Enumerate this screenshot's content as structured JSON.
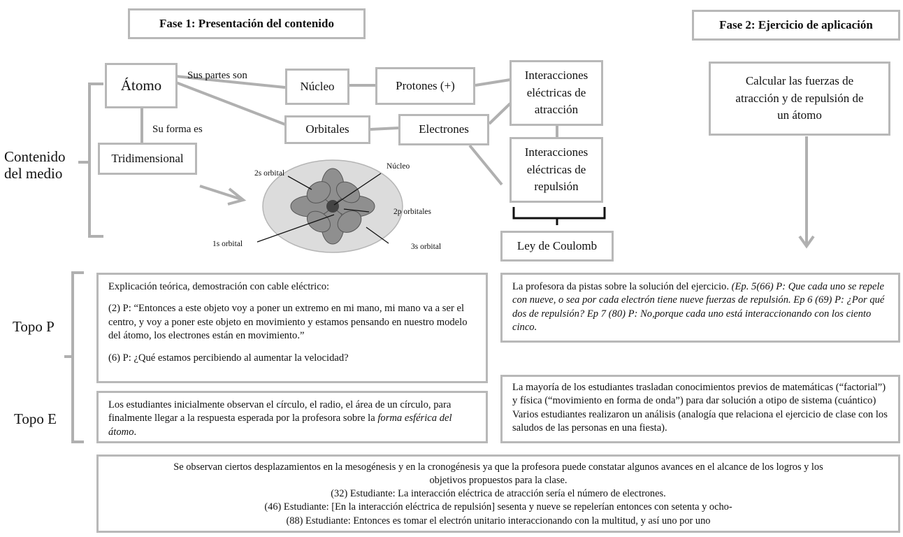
{
  "phases": {
    "phase1": "Fase 1: Presentación del contenido",
    "phase2": "Fase 2: Ejercicio de aplicación"
  },
  "concept_map": {
    "atomo": "Átomo",
    "sus_partes": "Sus partes son",
    "nucleo": "Núcleo",
    "protones": "Protones (+)",
    "orbitales": "Orbitales",
    "electrones": "Electrones",
    "su_forma": "Su forma es",
    "tridimensional": "Tridimensional",
    "atraccion": [
      "Interacciones",
      "eléctricas de",
      "atracción"
    ],
    "repulsion": [
      "Interacciones",
      "eléctricas de",
      "repulsión"
    ],
    "coulomb": "Ley de Coulomb",
    "calcular": [
      "Calcular las fuerzas de",
      "atracción y de repulsión de",
      "un átomo"
    ]
  },
  "atom_labels": {
    "s2": "2s orbital",
    "nucleo": "Núcleo",
    "p2": "2p orbitales",
    "s1": "1s orbital",
    "s3": "3s orbital"
  },
  "side_labels": {
    "contenido": [
      "Contenido",
      "del medio"
    ],
    "topo_p": "Topo P",
    "topo_e": "Topo E"
  },
  "panels": {
    "explicacion_title": "Explicación teórica, demostración con cable eléctrico:",
    "explicacion_quote": "(2) P: “Entonces a este objeto voy a poner un extremo en mi mano, mi mano va a ser el centro, y voy a poner este objeto en movimiento y estamos pensando en nuestro modelo del átomo, los electrones están en movimiento.”",
    "explicacion_q6": "(6) P: ¿Qué estamos percibiendo al aumentar la velocidad?",
    "estudiantes_plain": "Los estudiantes inicialmente observan el círculo, el radio, el área de un círculo, para finalmente llegar a la respuesta esperada por la profesora sobre la ",
    "estudiantes_italic": "forma esférica del átomo",
    "estudiantes_end": ".",
    "profesora_plain": "La profesora da pistas sobre la solución del ejercicio. ",
    "profesora_italic": "(Ep. 5(66) P: Que cada uno se repele con nueve, o sea por cada electrón tiene nueve fuerzas de repulsión. Ep 6 (69) P: ¿Por qué dos de repulsión? Ep 7 (80) P: No,porque cada uno está interaccionando con los ciento cinco.",
    "mayoria": "La mayoría de los estudiantes trasladan conocimientos previos de matemáticas (“factorial”) y física (“movimiento en forma de onda”) para dar solución a otipo de sistema (cuántico)",
    "varios": "Varios estudiantes realizaron un análisis (analogía que relaciona el ejercicio de clase con los saludos de las personas en una fiesta).",
    "bottom": [
      "Se observan ciertos desplazamientos en la mesogénesis y en la cronogénesis ya que la profesora puede constatar algunos avances en el alcance de los logros y los",
      "objetivos propuestos para la clase.",
      "(32) Estudiante: La interacción eléctrica de atracción sería el número de electrones.",
      "(46) Estudiante: [En la interacción eléctrica de repulsión] sesenta y nueve se repelerían entonces con setenta y ocho-",
      "(88) Estudiante: Entonces es tomar el electrón unitario interaccionando con la multitud, y así uno por uno"
    ]
  },
  "colors": {
    "border": "#b8b8b8",
    "connector": "#b0b0b0",
    "atom_disc": "#d9d9d9",
    "atom_petal": "#8f8f8f"
  }
}
